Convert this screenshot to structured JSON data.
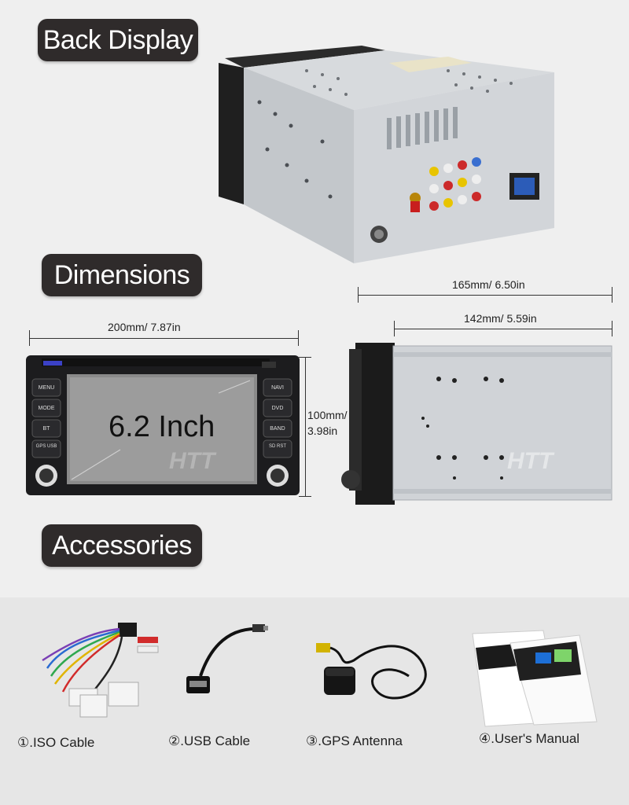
{
  "sections": {
    "back_display": "Back Display",
    "dimensions": "Dimensions",
    "accessories": "Accessories"
  },
  "dimensions": {
    "width_front": "200mm/ 7.87in",
    "depth_total": "165mm/ 6.50in",
    "depth_body": "142mm/ 5.59in",
    "height_line1": "100mm/",
    "height_line2": "3.98in"
  },
  "screen_label": "6.2 Inch",
  "watermark": "HTT",
  "front_buttons": {
    "left": [
      "MENU",
      "MODE",
      "BT",
      "GPS USB"
    ],
    "right": [
      "NAVI",
      "DVD",
      "BAND",
      "SD RST"
    ]
  },
  "accessories": [
    {
      "label": "①.ISO Cable"
    },
    {
      "label": "②.USB Cable"
    },
    {
      "label": "③.GPS Antenna"
    },
    {
      "label": "④.User's Manual"
    }
  ],
  "colors": {
    "pill_bg": "#2f2b2b",
    "background": "#efefef",
    "chassis": "#cfd3d8"
  }
}
